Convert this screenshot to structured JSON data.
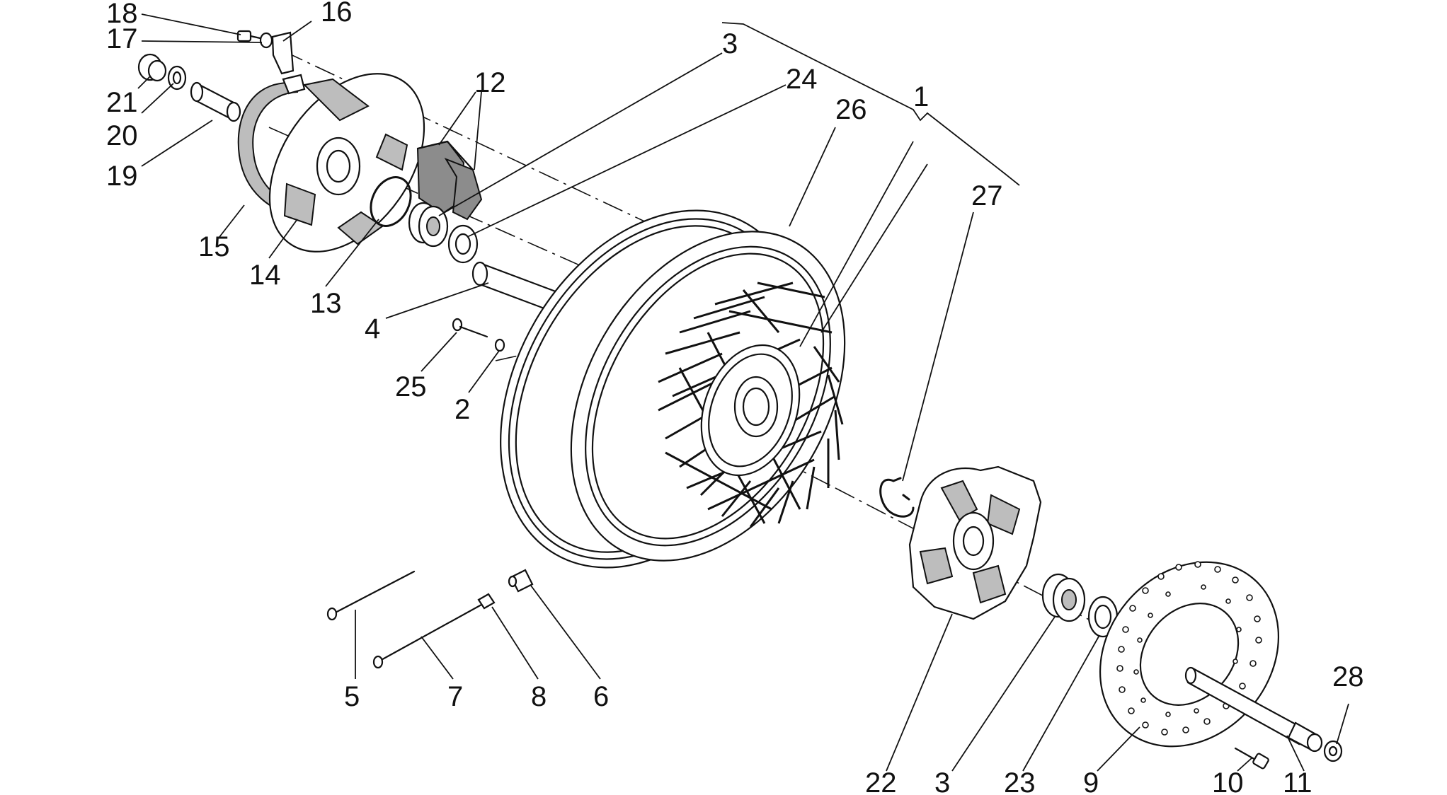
{
  "callouts": [
    {
      "id": "c18",
      "text": "18"
    },
    {
      "id": "c16",
      "text": "16"
    },
    {
      "id": "c17",
      "text": "17"
    },
    {
      "id": "c21",
      "text": "21"
    },
    {
      "id": "c20",
      "text": "20"
    },
    {
      "id": "c19",
      "text": "19"
    },
    {
      "id": "c15",
      "text": "15"
    },
    {
      "id": "c14",
      "text": "14"
    },
    {
      "id": "c13",
      "text": "13"
    },
    {
      "id": "c12",
      "text": "12"
    },
    {
      "id": "c3a",
      "text": "3"
    },
    {
      "id": "c24",
      "text": "24"
    },
    {
      "id": "c26",
      "text": "26"
    },
    {
      "id": "c1",
      "text": "1"
    },
    {
      "id": "c27",
      "text": "27"
    },
    {
      "id": "c4",
      "text": "4"
    },
    {
      "id": "c25",
      "text": "25"
    },
    {
      "id": "c2",
      "text": "2"
    },
    {
      "id": "c5",
      "text": "5"
    },
    {
      "id": "c7",
      "text": "7"
    },
    {
      "id": "c8",
      "text": "8"
    },
    {
      "id": "c6",
      "text": "6"
    },
    {
      "id": "c22",
      "text": "22"
    },
    {
      "id": "c3b",
      "text": "3"
    },
    {
      "id": "c23",
      "text": "23"
    },
    {
      "id": "c9",
      "text": "9"
    },
    {
      "id": "c10",
      "text": "10"
    },
    {
      "id": "c11",
      "text": "11"
    },
    {
      "id": "c28",
      "text": "28"
    }
  ]
}
